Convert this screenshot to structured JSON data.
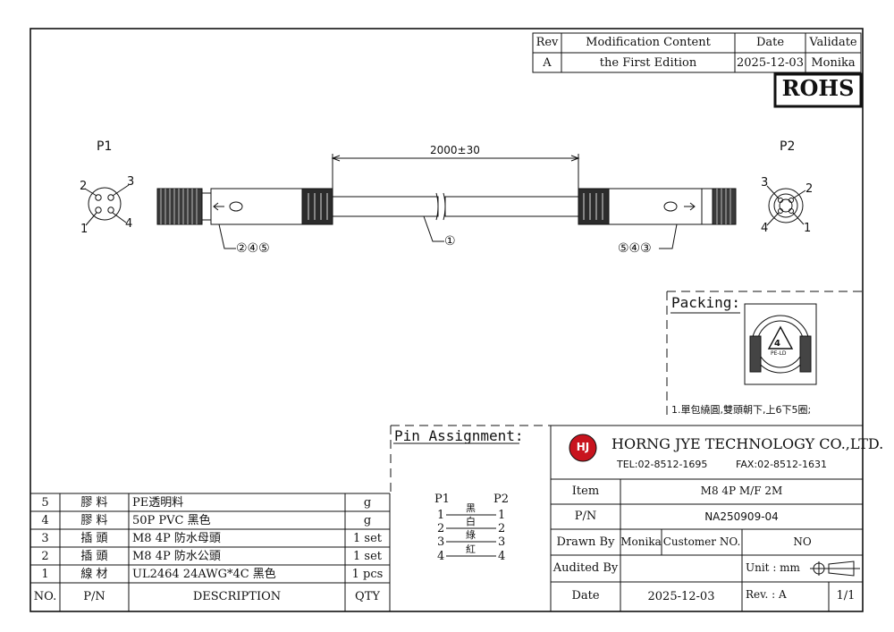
{
  "revision_table": {
    "headers": [
      "Rev",
      "Modification Content",
      "Date",
      "Validate"
    ],
    "row": [
      "A",
      "the First Edition",
      "2025-12-03",
      "Monika"
    ]
  },
  "rohs": "ROHS",
  "drawing": {
    "p1_label": "P1",
    "p2_label": "P2",
    "length_dim": "2000±30",
    "callout_left": "②④⑤",
    "callout_center": "①",
    "callout_right": "⑤④③",
    "p1_pins": [
      "1",
      "2",
      "3",
      "4"
    ],
    "p2_pins": [
      "1",
      "2",
      "3",
      "4"
    ]
  },
  "packing": {
    "title": "Packing:",
    "bag_text": "PE-LD",
    "recycle_code": "4",
    "note": "1.單包繞圓,雙頭朝下,上6下5圈;"
  },
  "pin_assignment": {
    "title": "Pin Assignment:",
    "p1": "P1",
    "p2": "P2",
    "rows": [
      {
        "left": "1",
        "color": "黑",
        "right": "1"
      },
      {
        "left": "2",
        "color": "白",
        "right": "2"
      },
      {
        "left": "3",
        "color": "綠",
        "right": "3"
      },
      {
        "left": "4",
        "color": "紅",
        "right": "4"
      }
    ]
  },
  "bom": {
    "rows": [
      {
        "no": "5",
        "pn": "膠 料",
        "desc": "PE透明料",
        "unit": "g"
      },
      {
        "no": "4",
        "pn": "膠 料",
        "desc": "50P PVC 黑色",
        "unit": "g"
      },
      {
        "no": "3",
        "pn": "插 頭",
        "desc": "M8 4P 防水母頭",
        "unit": "1 set"
      },
      {
        "no": "2",
        "pn": "插 頭",
        "desc": "M8 4P 防水公頭",
        "unit": "1 set"
      },
      {
        "no": "1",
        "pn": "線 材",
        "desc": "UL2464 24AWG*4C 黑色",
        "unit": "1 pcs"
      }
    ],
    "headers": {
      "no": "NO.",
      "pn": "P/N",
      "desc": "DESCRIPTION",
      "qty": "QTY"
    }
  },
  "title_block": {
    "logo_text": "HJ",
    "company": "HORNG JYE TECHNOLOGY CO.,LTD.",
    "tel": "TEL:02-8512-1695",
    "fax": "FAX:02-8512-1631",
    "item_label": "Item",
    "item_value": "M8 4P M/F 2M",
    "pn_label": "P/N",
    "pn_value": "NA250909-04",
    "drawn_by_label": "Drawn By",
    "drawn_by_value": "Monika",
    "customer_no_label": "Customer NO.",
    "customer_no_value": "NO",
    "audited_by_label": "Audited By",
    "unit_label": "Unit : mm",
    "date_label": "Date",
    "date_value": "2025-12-03",
    "rev_label": "Rev. : A",
    "sheet": "1/1"
  },
  "colors": {
    "line": "#111111",
    "cable": "#555555",
    "logo_red": "#c8141e"
  }
}
